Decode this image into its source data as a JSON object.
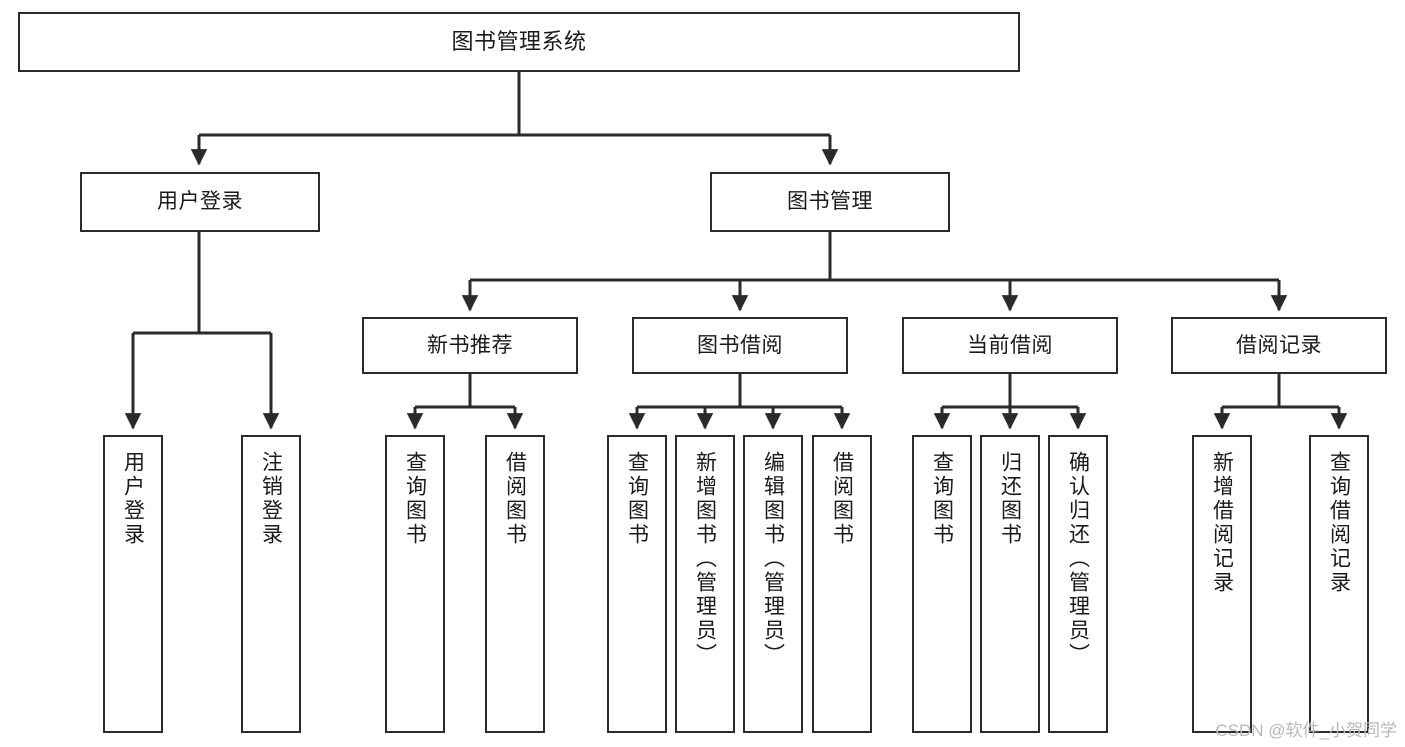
{
  "diagram": {
    "kind": "tree-structure-chart",
    "title": "图书管理系统",
    "watermark": "CSDN @软件_小贺同学",
    "colors": {
      "box_border": "#2b2b2b",
      "box_fill": "#ffffff",
      "edge": "#2b2b2b",
      "text": "#1a1a1a",
      "watermark": "#b9b9b9",
      "background": "#ffffff"
    },
    "levels": {
      "root": {
        "label": "图书管理系统"
      },
      "level2": [
        {
          "label": "用户登录"
        },
        {
          "label": "图书管理"
        }
      ],
      "level3": [
        {
          "label": "新书推荐"
        },
        {
          "label": "图书借阅"
        },
        {
          "label": "当前借阅"
        },
        {
          "label": "借阅记录"
        }
      ],
      "leaves": {
        "user_login": [
          {
            "label": "用户登录"
          },
          {
            "label": "注销登录"
          }
        ],
        "new_book_recommend": [
          {
            "label": "查询图书"
          },
          {
            "label": "借阅图书"
          }
        ],
        "book_borrow": [
          {
            "label": "查询图书"
          },
          {
            "label": "新增图书（管理员）"
          },
          {
            "label": "编辑图书（管理员）"
          },
          {
            "label": "借阅图书"
          }
        ],
        "current_borrow": [
          {
            "label": "查询图书"
          },
          {
            "label": "归还图书"
          },
          {
            "label": "确认归还（管理员）"
          }
        ],
        "borrow_records": [
          {
            "label": "新增借阅记录"
          },
          {
            "label": "查询借阅记录"
          }
        ]
      }
    }
  }
}
